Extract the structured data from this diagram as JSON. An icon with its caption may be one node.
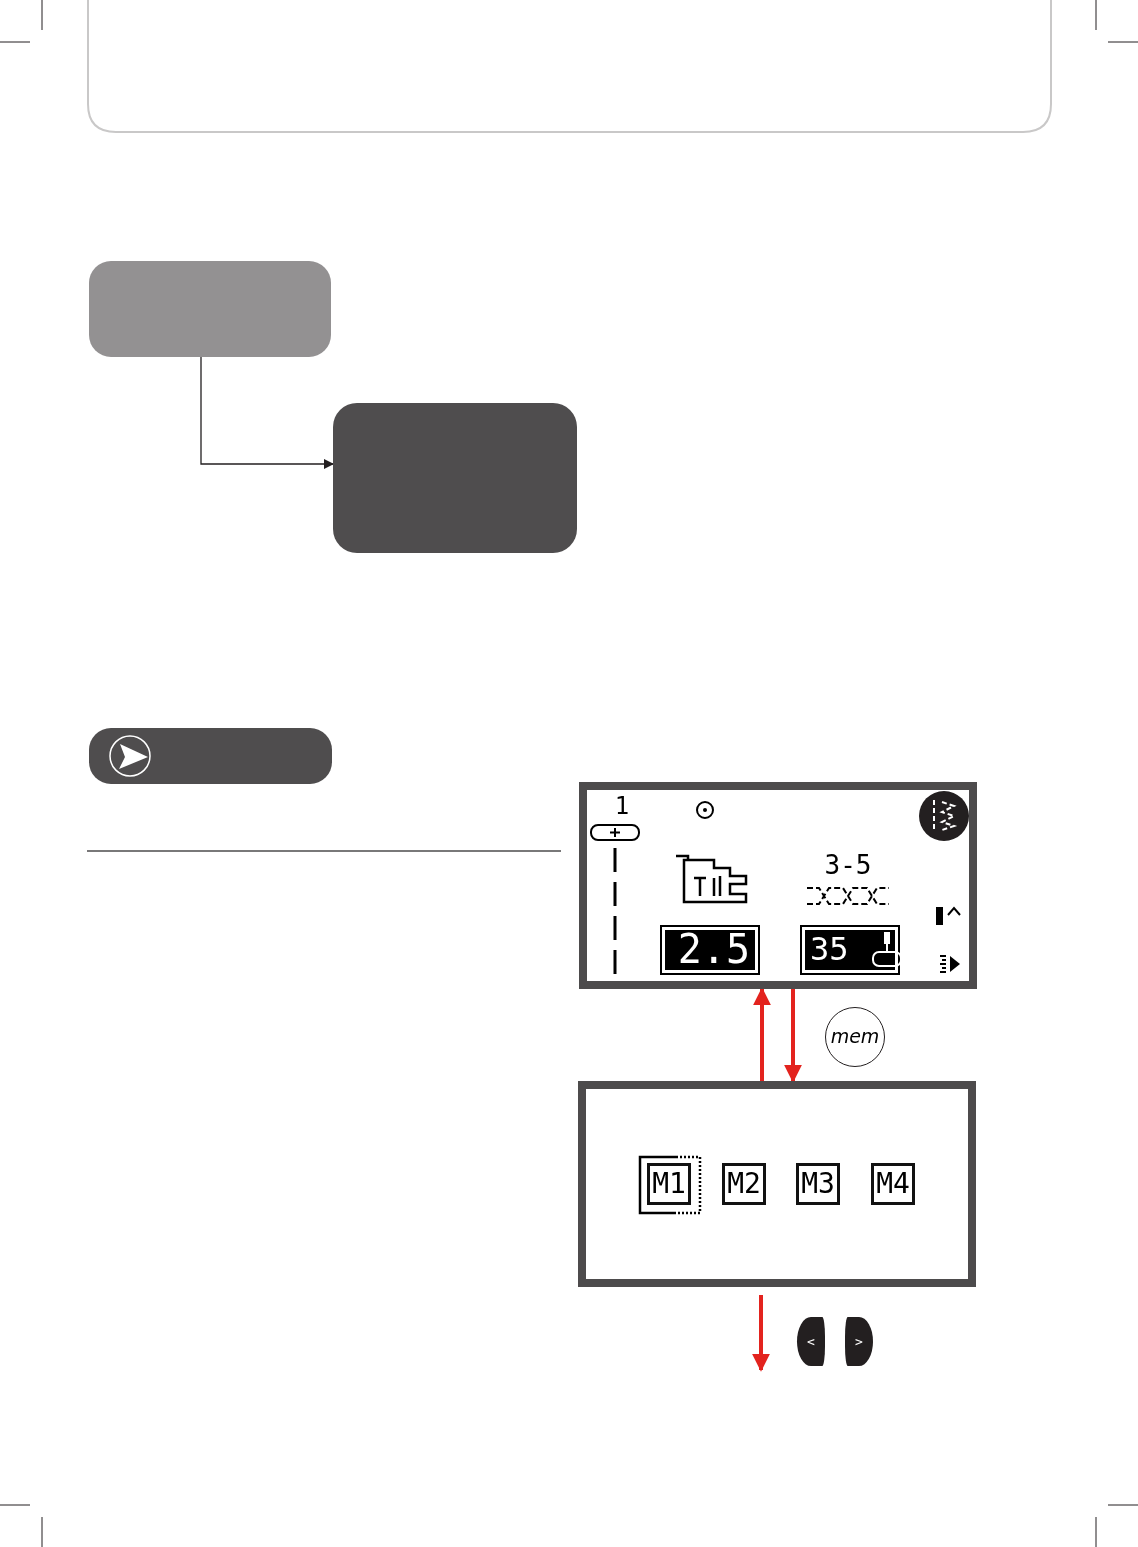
{
  "diagram": {
    "nodes": [
      {
        "text": [],
        "shape": "box"
      },
      {
        "text": [],
        "shape": "box"
      },
      {
        "text": [
          "1",
          "3-5",
          "2.5",
          "35"
        ]
      },
      {
        "text": [
          "M1",
          "M2",
          "M3",
          "M4"
        ]
      }
    ],
    "edges": [
      {
        "from": 0,
        "to": 1,
        "arrow": "to",
        "color": "#231f20"
      },
      {
        "from": 3,
        "to": 2,
        "arrow": "to",
        "color": "#e3231e"
      },
      {
        "from": 2,
        "to": 3,
        "arrow": "to",
        "color": "#e3231e"
      },
      {
        "from": 3,
        "to": null,
        "arrow": "to",
        "color": "#e3231e"
      }
    ],
    "labels": [
      "mem",
      "<",
      ">"
    ]
  }
}
